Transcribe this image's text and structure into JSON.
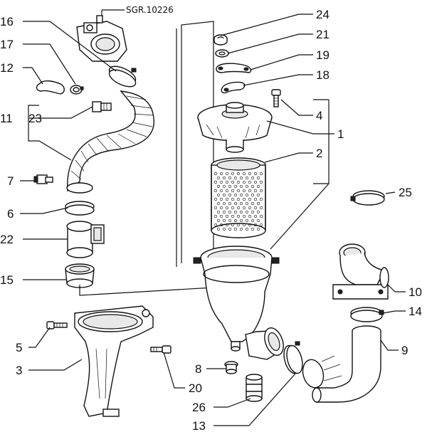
{
  "reference_code": "SGR.10226",
  "labels": {
    "p1": "1",
    "p2": "2",
    "p3": "3",
    "p4": "4",
    "p5": "5",
    "p6": "6",
    "p7": "7",
    "p8": "8",
    "p9": "9",
    "p10": "10",
    "p11": "11",
    "p12": "12",
    "p13": "13",
    "p14": "14",
    "p15": "15",
    "p16": "16",
    "p17": "17",
    "p18": "18",
    "p19": "19",
    "p20": "20",
    "p21": "21",
    "p22": "22",
    "p23": "23",
    "p24": "24",
    "p25": "25",
    "p26": "26"
  }
}
